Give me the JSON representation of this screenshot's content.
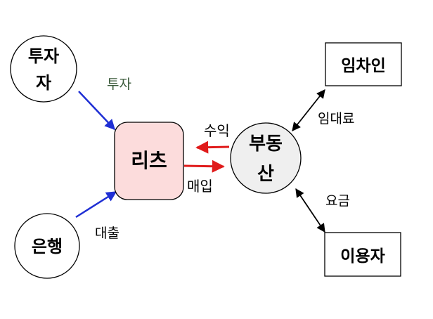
{
  "diagram": {
    "nodes": {
      "investor": {
        "line1": "투자",
        "line2": "자"
      },
      "reits": {
        "label": "리츠"
      },
      "bank": {
        "label": "은행"
      },
      "real_estate": {
        "line1": "부동",
        "line2": "산"
      },
      "tenant": {
        "label": "임차인"
      },
      "user": {
        "label": "이용자"
      }
    },
    "edges": {
      "investment": {
        "label": "투자"
      },
      "loan": {
        "label": "대출"
      },
      "return": {
        "label": "수익"
      },
      "purchase": {
        "label": "매입"
      },
      "rent": {
        "label": "임대료"
      },
      "fee": {
        "label": "요금"
      }
    }
  },
  "colors": {
    "investment_arrow": "#1f2fd4",
    "reits_arrow": "#e01a1a",
    "black_arrow": "#000000",
    "reits_fill": "#fcdcdc",
    "real_estate_fill": "#efefef",
    "investment_label": "#3a5a3a"
  }
}
